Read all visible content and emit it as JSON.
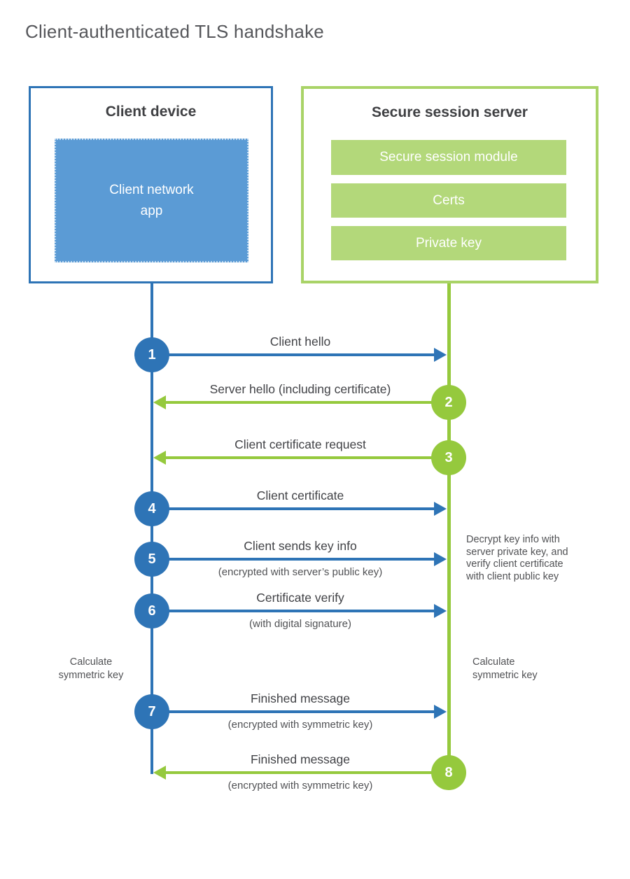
{
  "title": "Client-authenticated TLS handshake",
  "client": {
    "title": "Client device",
    "app_label": "Client network\napp"
  },
  "server": {
    "title": "Secure session server",
    "modules": [
      "Secure session module",
      "Certs",
      "Private key"
    ]
  },
  "messages": [
    {
      "num": 1,
      "from": "client",
      "to": "server",
      "label": "Client hello"
    },
    {
      "num": 2,
      "from": "server",
      "to": "client",
      "label": "Server hello (including certificate)"
    },
    {
      "num": 3,
      "from": "server",
      "to": "client",
      "label": "Client certificate request"
    },
    {
      "num": 4,
      "from": "client",
      "to": "server",
      "label": "Client certificate"
    },
    {
      "num": 5,
      "from": "client",
      "to": "server",
      "label": "Client sends key info",
      "sub": "(encrypted with server’s public key)"
    },
    {
      "num": 6,
      "from": "client",
      "to": "server",
      "label": "Certificate verify",
      "sub": "(with digital signature)"
    },
    {
      "num": 7,
      "from": "client",
      "to": "server",
      "label": "Finished message",
      "sub": "(encrypted with symmetric key)"
    },
    {
      "num": 8,
      "from": "server",
      "to": "client",
      "label": "Finished message",
      "sub": "(encrypted with symmetric key)"
    }
  ],
  "notes": {
    "decrypt": "Decrypt key info with\nserver private key, and\nverify client certificate\nwith client public key",
    "calc_left": "Calculate\nsymmetric key",
    "calc_right": "Calculate\nsymmetric key"
  },
  "colors": {
    "blue": "#2E74B6",
    "blue_fill": "#5B9BD5",
    "blue_dot": "#BFD9EF",
    "green": "#95C93D",
    "green_border": "#A9D367",
    "green_fill": "#B3D87A",
    "title_gray": "#55565A",
    "heading_dark": "#3F4043",
    "label_dark": "#414246",
    "note_gray": "#515255"
  }
}
